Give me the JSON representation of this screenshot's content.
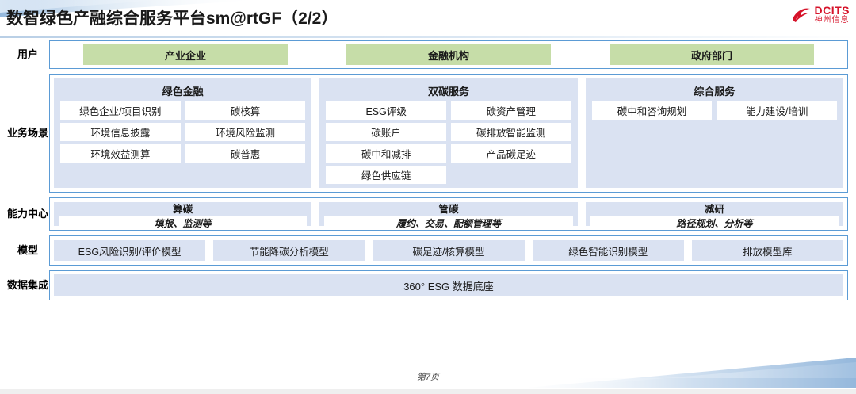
{
  "header": {
    "title": "数智绿色产融综合服务平台sm@rtGF（2/2）",
    "logo": {
      "icon": "dcits-swoosh-icon",
      "en": "DCITS",
      "cn": "神州信息",
      "color": "#d6132a"
    }
  },
  "theme": {
    "panel_blue": "#dae2f2",
    "border_blue": "#5b9bd5",
    "chip_green": "#c6dda8",
    "tile_white": "#ffffff"
  },
  "rows": {
    "users": {
      "label": "用户",
      "items": [
        {
          "label": "产业企业"
        },
        {
          "label": "金融机构"
        },
        {
          "label": "政府部门"
        }
      ]
    },
    "scenarios": {
      "label": "业务场景",
      "groups": [
        {
          "title": "绿色金融",
          "tiles": [
            "绿色企业/项目识别",
            "碳核算",
            "环境信息披露",
            "环境风险监测",
            "环境效益测算",
            "碳普惠"
          ]
        },
        {
          "title": "双碳服务",
          "tiles": [
            "ESG评级",
            "碳资产管理",
            "碳账户",
            "碳排放智能监测",
            "碳中和减排",
            "产品碳足迹",
            "绿色供应链"
          ]
        },
        {
          "title": "综合服务",
          "tiles": [
            "碳中和咨询规划",
            "能力建设/培训"
          ]
        }
      ]
    },
    "capability": {
      "label": "能力中心",
      "groups": [
        {
          "title": "算碳",
          "subtitle": "填报、监测等"
        },
        {
          "title": "管碳",
          "subtitle": "履约、交易、配额管理等"
        },
        {
          "title": "减研",
          "subtitle": "路径规划、分析等"
        }
      ]
    },
    "models": {
      "label": "模型",
      "items": [
        "ESG风险识别/评价模型",
        "节能降碳分析模型",
        "碳足迹/核算模型",
        "绿色智能识别模型",
        "排放模型库"
      ]
    },
    "data": {
      "label": "数据集成",
      "bar": "360° ESG 数据底座"
    }
  },
  "footer": {
    "page_label": "第7页"
  }
}
